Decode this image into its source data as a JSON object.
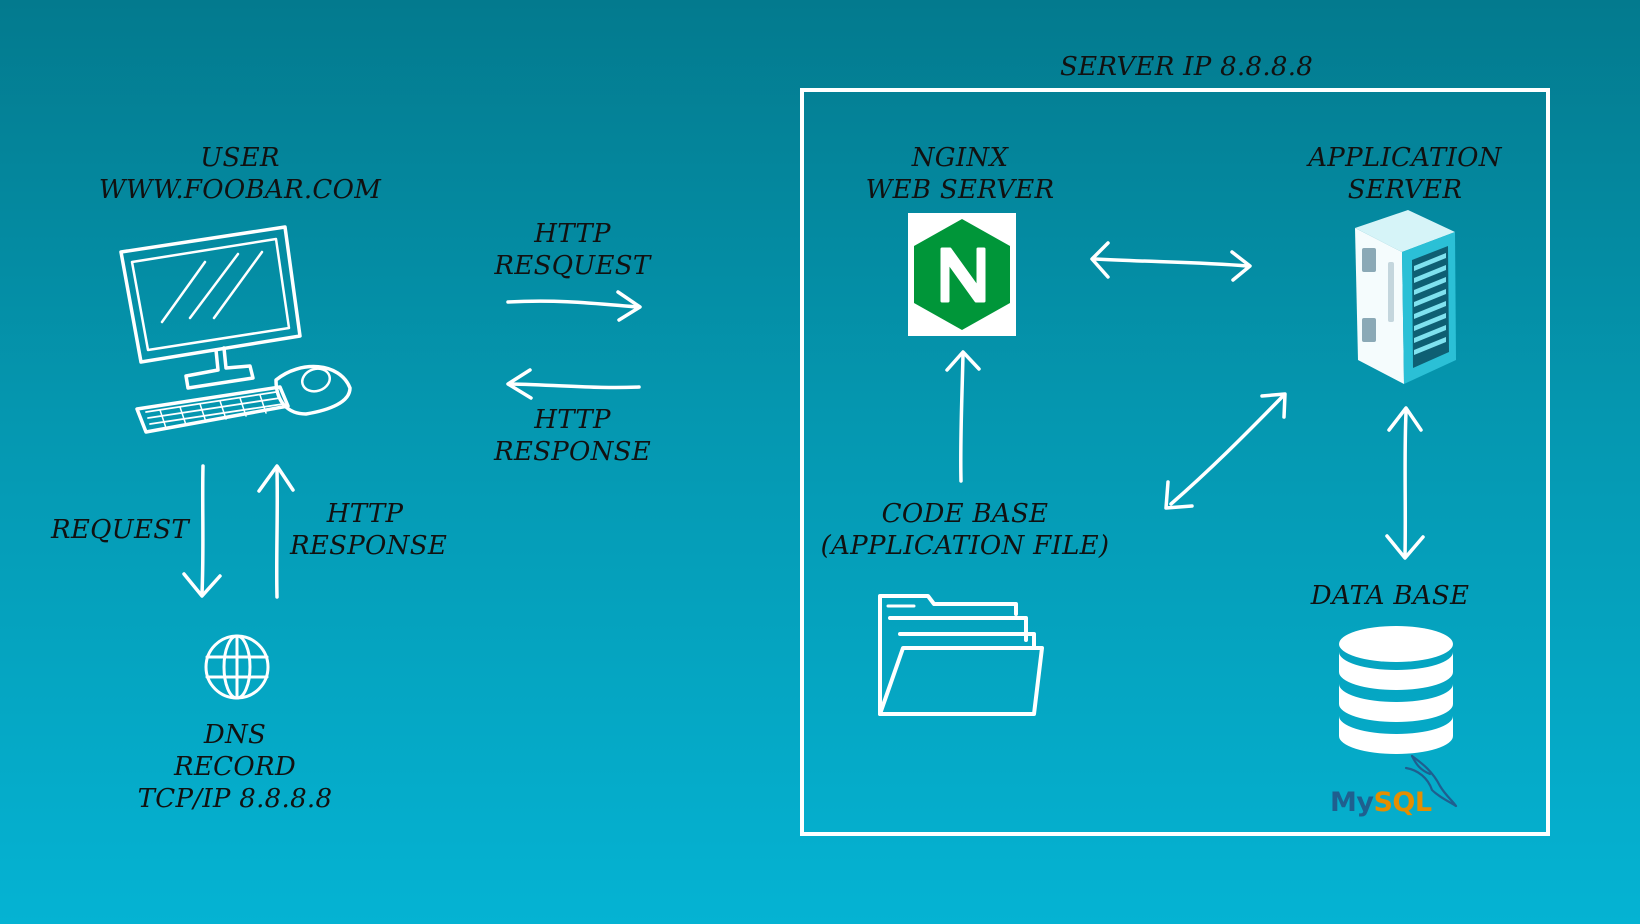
{
  "server_box": {
    "title": "SERVER IP 8.8.8.8"
  },
  "user": {
    "line1": "USER",
    "line2": "WWW.FOOBAR.COM"
  },
  "http_request": {
    "line1": "HTTP",
    "line2": "RESQUEST"
  },
  "http_response_mid": {
    "line1": "HTTP",
    "line2": "RESPONSE"
  },
  "request": {
    "label": "REQUEST"
  },
  "http_response_left": {
    "line1": "HTTP",
    "line2": "RESPONSE"
  },
  "dns": {
    "line1": "DNS",
    "line2": "RECORD",
    "line3": "TCP/IP 8.8.8.8"
  },
  "nginx": {
    "line1": "NGINX",
    "line2": "WEB SERVER"
  },
  "app_server": {
    "line1": "APPLICATION",
    "line2": "SERVER"
  },
  "code_base": {
    "line1": "CODE BASE",
    "line2": "(APPLICATION FILE)"
  },
  "database": {
    "label": "DATA BASE"
  },
  "mysql_logo": {
    "my": "My",
    "sql": "SQL"
  },
  "colors": {
    "background_top": "#037a8e",
    "background_bottom": "#05b3d3",
    "stroke": "#ffffff",
    "nginx_green": "#009639",
    "mysql_blue": "#1f5f8f",
    "mysql_orange": "#e48e00"
  },
  "icons": [
    "desktop-computer-icon",
    "globe-icon",
    "nginx-logo",
    "server-rack-icon",
    "folder-icon",
    "database-icon",
    "mysql-dolphin-icon"
  ]
}
